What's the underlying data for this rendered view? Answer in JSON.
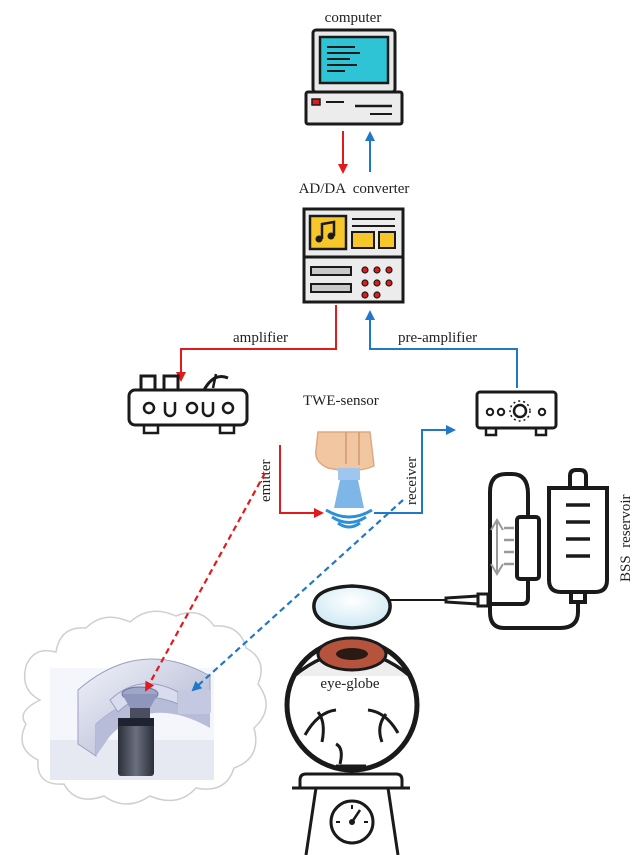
{
  "labels": {
    "computer": "computer",
    "converter": "AD/DA  converter",
    "amplifier": "amplifier",
    "preamplifier": "pre-amplifier",
    "sensor": "TWE-sensor",
    "emitter": "emitter",
    "receiver": "receiver",
    "reservoir": "BSS  reservoir",
    "eyeglobe": "eye-globe"
  },
  "colors": {
    "emit": "#e31a1c",
    "receive": "#1f78c8",
    "outline": "#1a1a1a",
    "screen": "#2ec4d6",
    "panel": "#f7c629",
    "skin": "#f0c7a0",
    "sleeve": "#7fb6e8",
    "iris": "#b5533c"
  },
  "icons": {
    "computer": "desktop-computer-icon",
    "converter": "audio-interface-icon",
    "amplifier": "amplifier-icon",
    "preamplifier": "preamplifier-icon",
    "sensor": "hand-holding-sensor-icon",
    "reservoir": "iv-bag-icon",
    "eye": "eye-globe-icon",
    "scale": "weighing-scale-icon",
    "model": "sensor-holder-3d-model-icon"
  }
}
